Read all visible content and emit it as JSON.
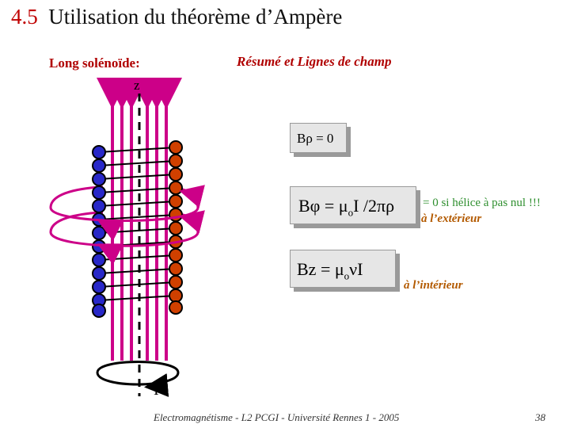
{
  "title": {
    "number": "4.5",
    "text": "Utilisation du théorème d’Ampère"
  },
  "subtitle_left": "Long solénoïde:",
  "subtitle_right": "Résumé et Lignes de champ",
  "diagram": {
    "axis_label": "z",
    "current_label": "I",
    "colors": {
      "field_lines": "#cc0088",
      "left_wires": "#2828c8",
      "right_wires": "#d04000"
    }
  },
  "equations": {
    "b_rho": "Bρ = 0",
    "b_phi_lhs": "Bφ = μ",
    "b_phi_sub": "o",
    "b_phi_rhs": "I /2πρ",
    "b_z_lhs": "Bz = μ",
    "b_z_sub": "o",
    "b_z_rhs": "νI"
  },
  "notes": {
    "zero_if_pitch_null": "= 0 si hélice à pas nul !!!",
    "exterior": "à l’extérieur",
    "interior": "à l’intérieur"
  },
  "footer": "Electromagnétisme - L2 PCGI - Université Rennes 1 - 2005",
  "page_number": "38"
}
